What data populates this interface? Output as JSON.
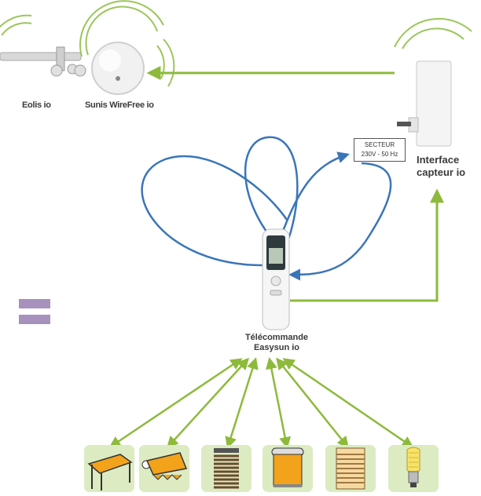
{
  "devices": {
    "eolis_label": "Eolis io",
    "sunis_label": "Sunis WireFree io",
    "interface_label_line1": "Interface",
    "interface_label_line2": "capteur io",
    "remote_label_line1": "Télécommande",
    "remote_label_line2": "Easysun io"
  },
  "secteur": {
    "line1": "SECTEUR",
    "line2": "230V - 50 Hz"
  },
  "actuators": [
    {
      "name": "awning-pergola"
    },
    {
      "name": "awning-canopy"
    },
    {
      "name": "venetian-blind"
    },
    {
      "name": "roller-blind"
    },
    {
      "name": "exterior-blind"
    },
    {
      "name": "light-bulb"
    }
  ],
  "colors": {
    "green_link": "#8dba3b",
    "blue_link": "#3a75b8",
    "wave": "#9bc65a",
    "equals": "#a791bd",
    "tile_bg": "#dcebc2",
    "orange": "#f2a31b"
  }
}
